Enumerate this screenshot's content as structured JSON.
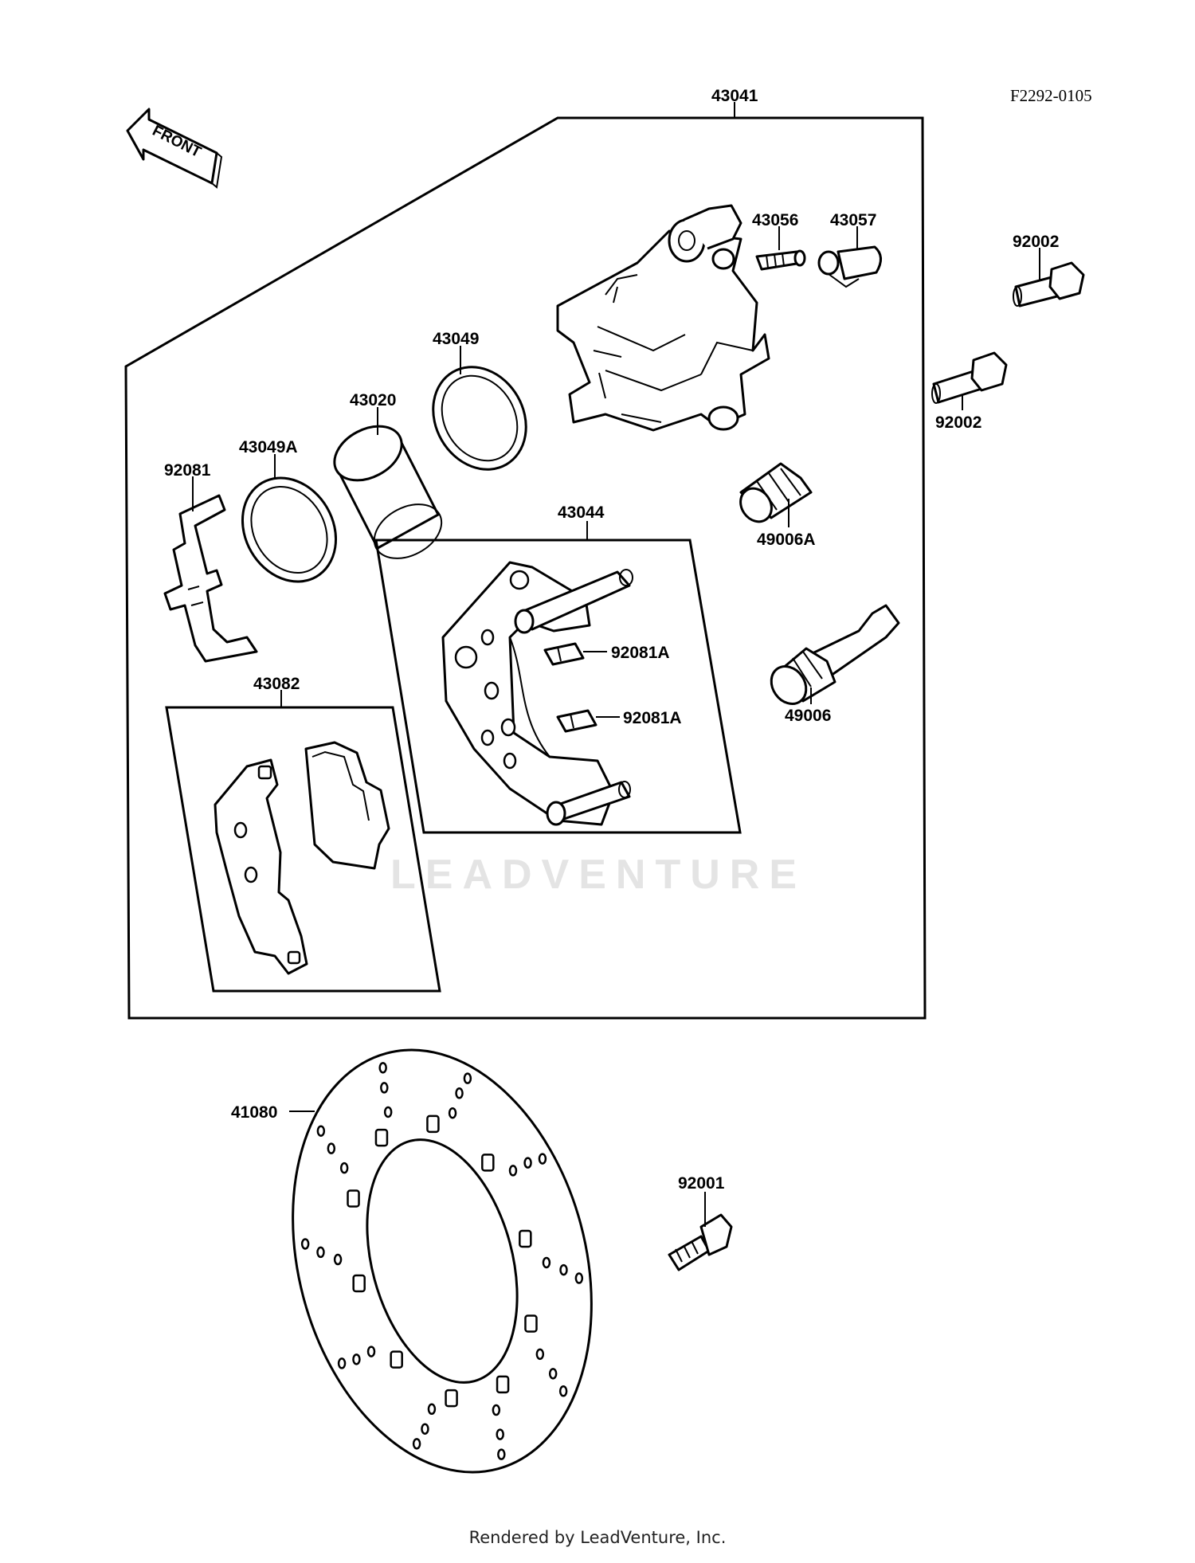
{
  "diagram": {
    "ref_code": "F2292-0105",
    "front_label": "FRONT",
    "watermark": "LEADVENTURE",
    "footer": "Rendered by LeadVenture, Inc.",
    "labels": {
      "p43041": "43041",
      "p43056": "43056",
      "p43057": "43057",
      "p92002_top": "92002",
      "p92002_mid": "92002",
      "p43049": "43049",
      "p43020": "43020",
      "p43049A": "43049A",
      "p92081": "92081",
      "p43044": "43044",
      "p49006A": "49006A",
      "p92081A_1": "92081A",
      "p92081A_2": "92081A",
      "p49006": "49006",
      "p43082": "43082",
      "p41080": "41080",
      "p92001": "92001"
    }
  }
}
